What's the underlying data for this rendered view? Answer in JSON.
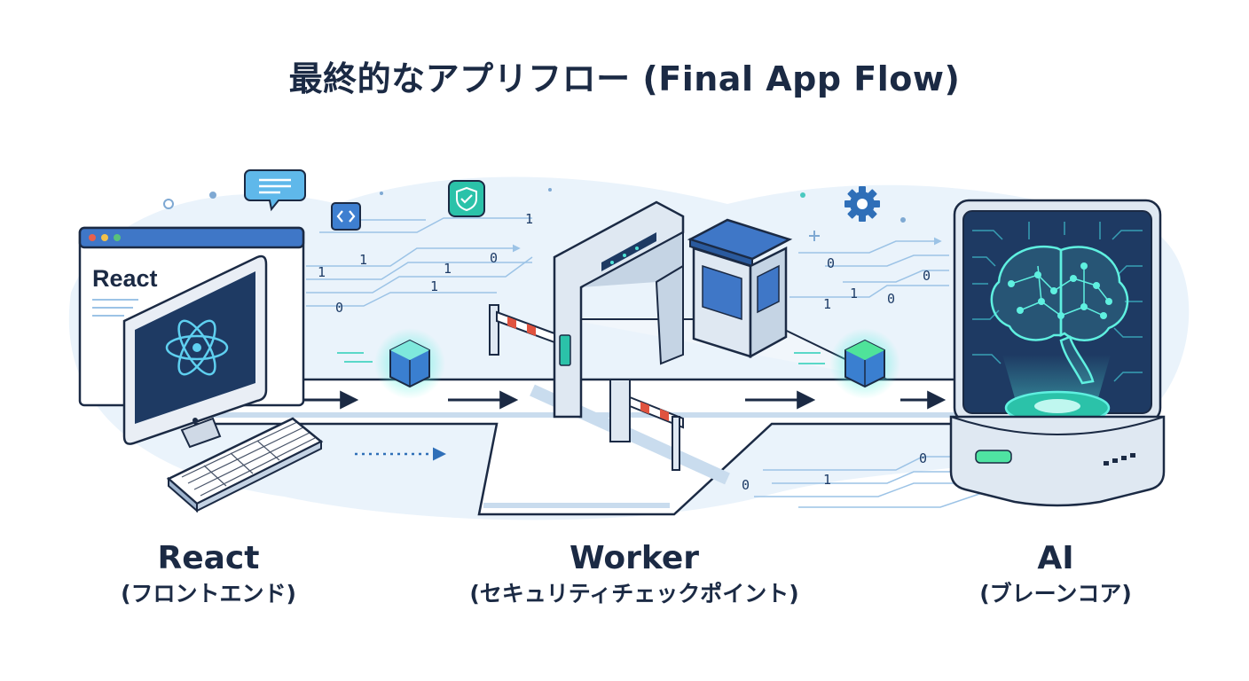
{
  "title": "最終的なアプリフロー (Final App Flow)",
  "nodes": [
    {
      "id": "react",
      "name": "React",
      "subtitle": "(フロントエンド)"
    },
    {
      "id": "worker",
      "name": "Worker",
      "subtitle": "(セキュリティチェックポイント)"
    },
    {
      "id": "ai",
      "name": "AI",
      "subtitle": "(ブレーンコア)"
    }
  ],
  "browser_window_text": "React",
  "digits": {
    "left": [
      "1",
      "0",
      "1",
      "1",
      "0",
      "1",
      "1"
    ],
    "right": [
      "0",
      "0",
      "1",
      "1",
      "0"
    ],
    "bottom": [
      "0",
      "1",
      "0"
    ]
  },
  "colors": {
    "navy": "#1b2a44",
    "blue": "#2f6fb8",
    "teal": "#22c7b8",
    "light": "#e6f1fa",
    "barrier_red": "#e0533f"
  },
  "icons": [
    "chat-bubble-icon",
    "code-icon",
    "shield-check-icon",
    "gear-icon",
    "react-atom-icon",
    "brain-icon"
  ]
}
